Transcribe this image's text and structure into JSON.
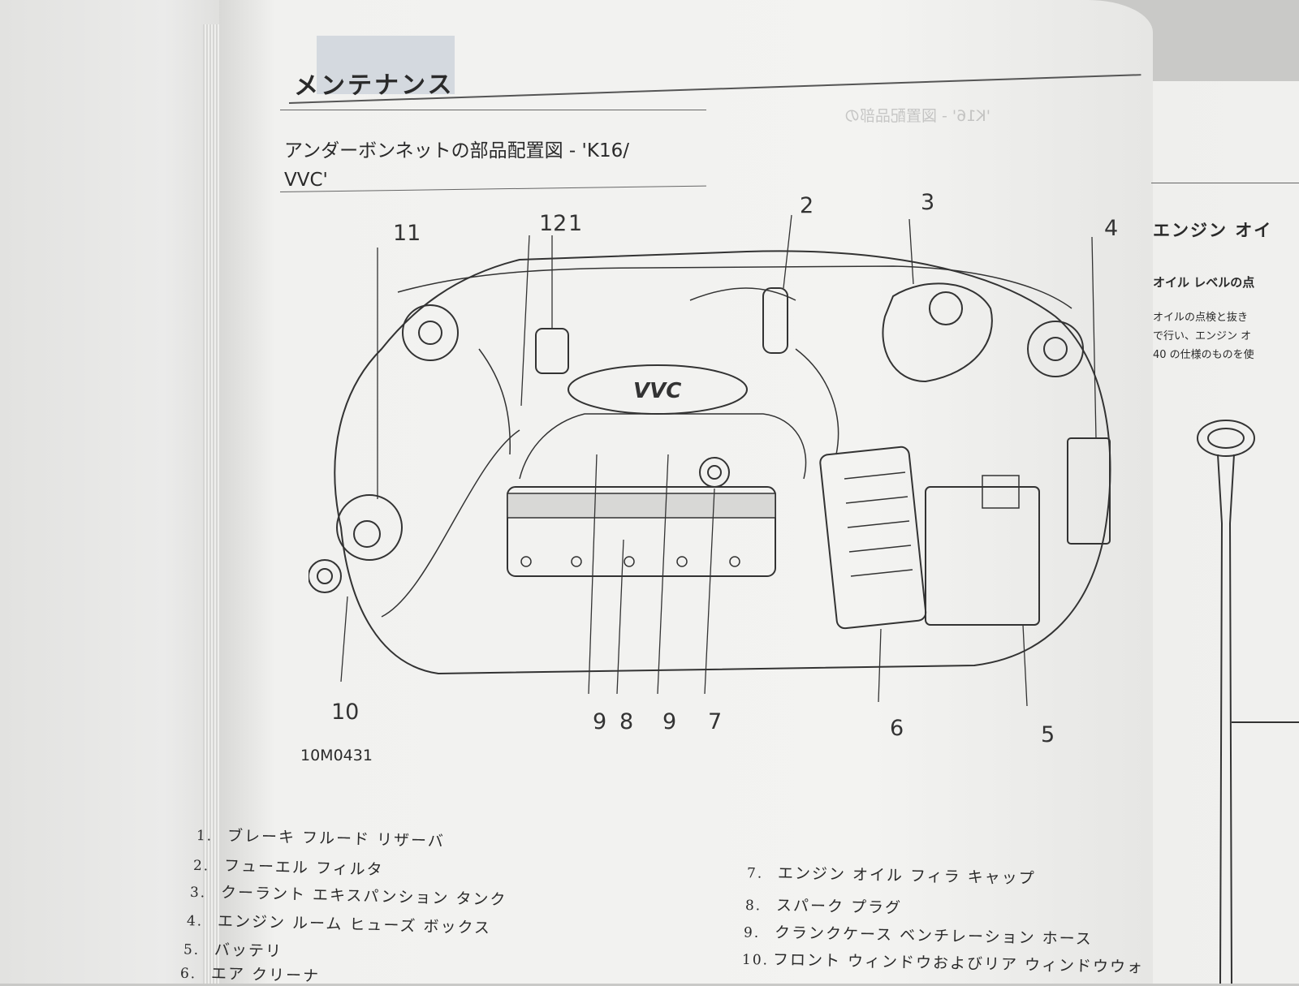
{
  "header": {
    "title": "メンテナンス"
  },
  "section": {
    "title_line1": "アンダーボンネットの部品配置図 - 'K16/",
    "title_line2": "VVC'"
  },
  "diagram": {
    "logo_text": "VVC",
    "figure_code": "10M0431",
    "callouts": [
      "11",
      "12",
      "1",
      "2",
      "3",
      "4",
      "10",
      "9",
      "8",
      "9",
      "7",
      "6",
      "5"
    ]
  },
  "legend": {
    "left": [
      {
        "num": "1.",
        "text": "ブレーキ フルード リザーバ"
      },
      {
        "num": "2.",
        "text": "フューエル フィルタ"
      },
      {
        "num": "3.",
        "text": "クーラント エキスパンション タンク"
      },
      {
        "num": "4.",
        "text": "エンジン ルーム ヒューズ ボックス"
      },
      {
        "num": "5.",
        "text": "バッテリ"
      },
      {
        "num": "6.",
        "text": "エア クリーナ"
      }
    ],
    "right": [
      {
        "num": "7.",
        "text": "エンジン オイル フィラ キャップ"
      },
      {
        "num": "8.",
        "text": "スパーク プラグ"
      },
      {
        "num": "9.",
        "text": "クランクケース ベンチレーション ホース"
      },
      {
        "num": "10.",
        "text": "フロント ウィンドウおよびリア ウィンドウウォ"
      }
    ]
  },
  "side_page": {
    "heading": "エンジン オイ",
    "subheading": "オイル レベルの点",
    "body": [
      "オイルの点検と抜き",
      "で行い、エンジン オ",
      "40 の仕様のものを使"
    ]
  },
  "ghost_text": "'K16' - 図置配品部の"
}
